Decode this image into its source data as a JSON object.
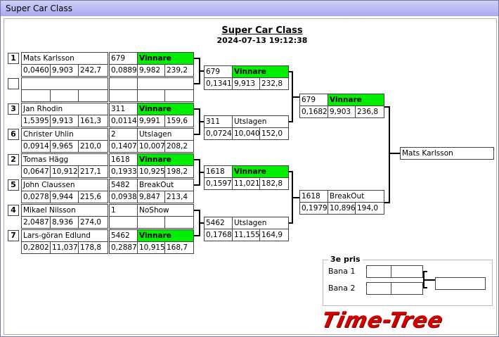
{
  "window": {
    "title": "Super Car Class"
  },
  "header": {
    "title": "Super Car Class",
    "datetime": "2024-07-13 19:12:38"
  },
  "round1": [
    {
      "seed": "1",
      "name": "Mats Karlsson",
      "rt": "0,0460",
      "et": "9,903",
      "speed": "242,7"
    },
    {
      "seed": "",
      "name": "",
      "rt": "",
      "et": "",
      "speed": ""
    },
    {
      "seed": "3",
      "name": "Jan Rhodin",
      "rt": "1,5395",
      "et": "9,913",
      "speed": "161,3"
    },
    {
      "seed": "6",
      "name": "Christer Uhlin",
      "rt": "0,0914",
      "et": "9,965",
      "speed": "210,0"
    },
    {
      "seed": "2",
      "name": "Tomas Hägg",
      "rt": "0,0647",
      "et": "10,912",
      "speed": "217,1"
    },
    {
      "seed": "5",
      "name": "John Claussen",
      "rt": "0,0278",
      "et": "9,944",
      "speed": "215,6"
    },
    {
      "seed": "4",
      "name": "Mikael Nilsson",
      "rt": "2,0487",
      "et": "8,936",
      "speed": "274,0"
    },
    {
      "seed": "7",
      "name": "Lars-göran Edlund",
      "rt": "0,2802",
      "et": "11,037",
      "speed": "178,8"
    }
  ],
  "round1_results": [
    {
      "num": "679",
      "result": "Vinnare",
      "winner": true,
      "rt": "0,0889",
      "et": "9,982",
      "speed": "239,2"
    },
    {
      "num": "",
      "result": "",
      "winner": false,
      "rt": "",
      "et": "",
      "speed": ""
    },
    {
      "num": "311",
      "result": "Vinnare",
      "winner": true,
      "rt": "0,0114",
      "et": "9,991",
      "speed": "159,6"
    },
    {
      "num": "2",
      "result": "Utslagen",
      "winner": false,
      "rt": "0,1407",
      "et": "10,007",
      "speed": "208,2"
    },
    {
      "num": "1618",
      "result": "Vinnare",
      "winner": true,
      "rt": "0,1933",
      "et": "10,925",
      "speed": "198,2"
    },
    {
      "num": "5482",
      "result": "BreakOut",
      "winner": false,
      "rt": "0,0938",
      "et": "9,847",
      "speed": "213,4"
    },
    {
      "num": "1",
      "result": "NoShow",
      "winner": false,
      "rt": "",
      "et": "",
      "speed": ""
    },
    {
      "num": "5462",
      "result": "Vinnare",
      "winner": true,
      "rt": "0,2887",
      "et": "10,915",
      "speed": "168,7"
    }
  ],
  "round2": [
    {
      "num": "679",
      "result": "Vinnare",
      "winner": true,
      "rt": "0,1341",
      "et": "9,913",
      "speed": "232,8"
    },
    {
      "num": "311",
      "result": "Utslagen",
      "winner": false,
      "rt": "0,0724",
      "et": "10,040",
      "speed": "152,0"
    },
    {
      "num": "1618",
      "result": "Vinnare",
      "winner": true,
      "rt": "0,1597",
      "et": "11,021",
      "speed": "182,8"
    },
    {
      "num": "5462",
      "result": "Utslagen",
      "winner": false,
      "rt": "0,1768",
      "et": "11,155",
      "speed": "164,9"
    }
  ],
  "round3": [
    {
      "num": "679",
      "result": "Vinnare",
      "winner": true,
      "rt": "0,1682",
      "et": "9,903",
      "speed": "236,8"
    },
    {
      "num": "1618",
      "result": "BreakOut",
      "winner": false,
      "rt": "0,1979",
      "et": "10,896",
      "speed": "194,0"
    }
  ],
  "champion": "Mats Karlsson",
  "third_place": {
    "title": "3e pris",
    "lane1_label": "Bana 1",
    "lane2_label": "Bana 2"
  },
  "logo": {
    "text": "Time-Tree",
    "color": "#d40000"
  },
  "colors": {
    "winner_bg": "#00ee00",
    "titlebar": "#b5b5f0"
  }
}
